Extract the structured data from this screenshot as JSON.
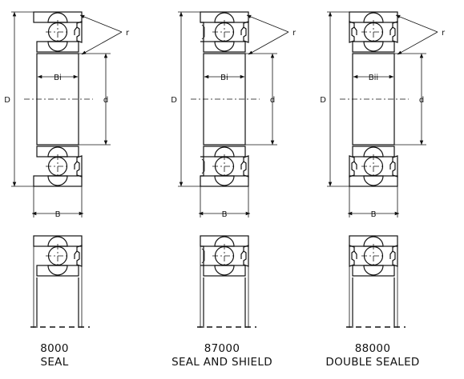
{
  "figures": [
    {
      "id": "seal",
      "number": "8000",
      "name": "SEAL",
      "bore_label": "Bi",
      "seals": "seal"
    },
    {
      "id": "seal-and-shield",
      "number": "87000",
      "name": "SEAL AND SHIELD",
      "bore_label": "Bi",
      "seals": "seal-shield"
    },
    {
      "id": "double-sealed",
      "number": "88000",
      "name": "DOUBLE SEALED",
      "bore_label": "Bii",
      "seals": "double"
    }
  ],
  "dimension_labels": {
    "outer": "D",
    "bore": "d",
    "width": "B",
    "radius": "r"
  }
}
